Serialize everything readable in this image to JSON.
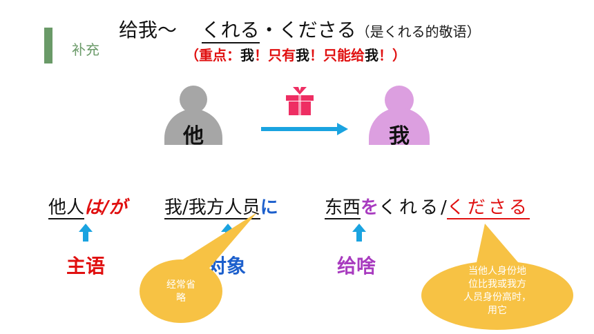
{
  "header": {
    "side_label": "补充",
    "title_cn": "给我～",
    "title_kureru": "くれる",
    "title_dot": "・",
    "title_kudasaru": "くださる",
    "title_note": "（是くれる的敬语）"
  },
  "emphasis": {
    "open": "（重点：",
    "wo1": "我",
    "bang1": "！只有",
    "wo2": "我",
    "bang2": "！只能给",
    "wo3": "我",
    "close": "！）"
  },
  "diagram": {
    "giver_label": "他",
    "receiver_label": "我",
    "colors": {
      "giver": "#a6a6a6",
      "receiver": "#dc9fe0",
      "arrow": "#1aa3e0",
      "gift": "#ee2e63"
    }
  },
  "sentence": {
    "subject": "他人",
    "particle_subject": "は/が",
    "recipient": "我/我方人员",
    "particle_recipient": "に",
    "object": "东西",
    "particle_object": "を",
    "verb_plain": "くれる",
    "slash": "/",
    "verb_honorific": "くださる"
  },
  "roles": {
    "subject": "主语",
    "recipient": "对象",
    "object": "给啥"
  },
  "bubbles": {
    "omit_note": [
      "经常省",
      "略"
    ],
    "honorific_note": [
      "当他人身份地",
      "位比我或我方",
      "人员身份高时，",
      "用它"
    ]
  }
}
